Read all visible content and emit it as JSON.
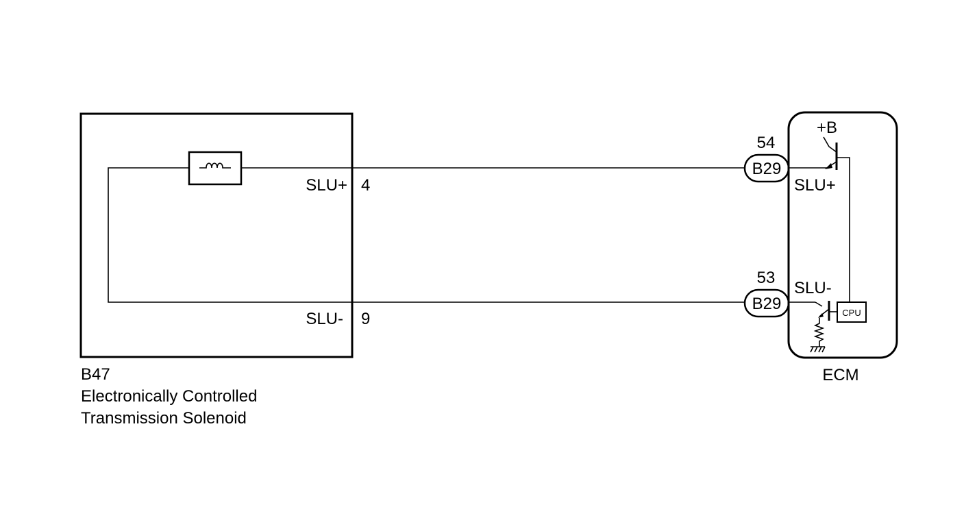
{
  "solenoid": {
    "code": "B47",
    "name_line1": "Electronically Controlled",
    "name_line2": "Transmission Solenoid",
    "pin_top_label": "SLU+",
    "pin_top_number": "4",
    "pin_bottom_label": "SLU-",
    "pin_bottom_number": "9"
  },
  "connectors": [
    {
      "pin": "54",
      "code": "B29"
    },
    {
      "pin": "53",
      "code": "B29"
    }
  ],
  "ecm": {
    "name": "ECM",
    "supply_label": "+B",
    "pin_top_label": "SLU+",
    "pin_bottom_label": "SLU-",
    "cpu_label": "CPU"
  }
}
